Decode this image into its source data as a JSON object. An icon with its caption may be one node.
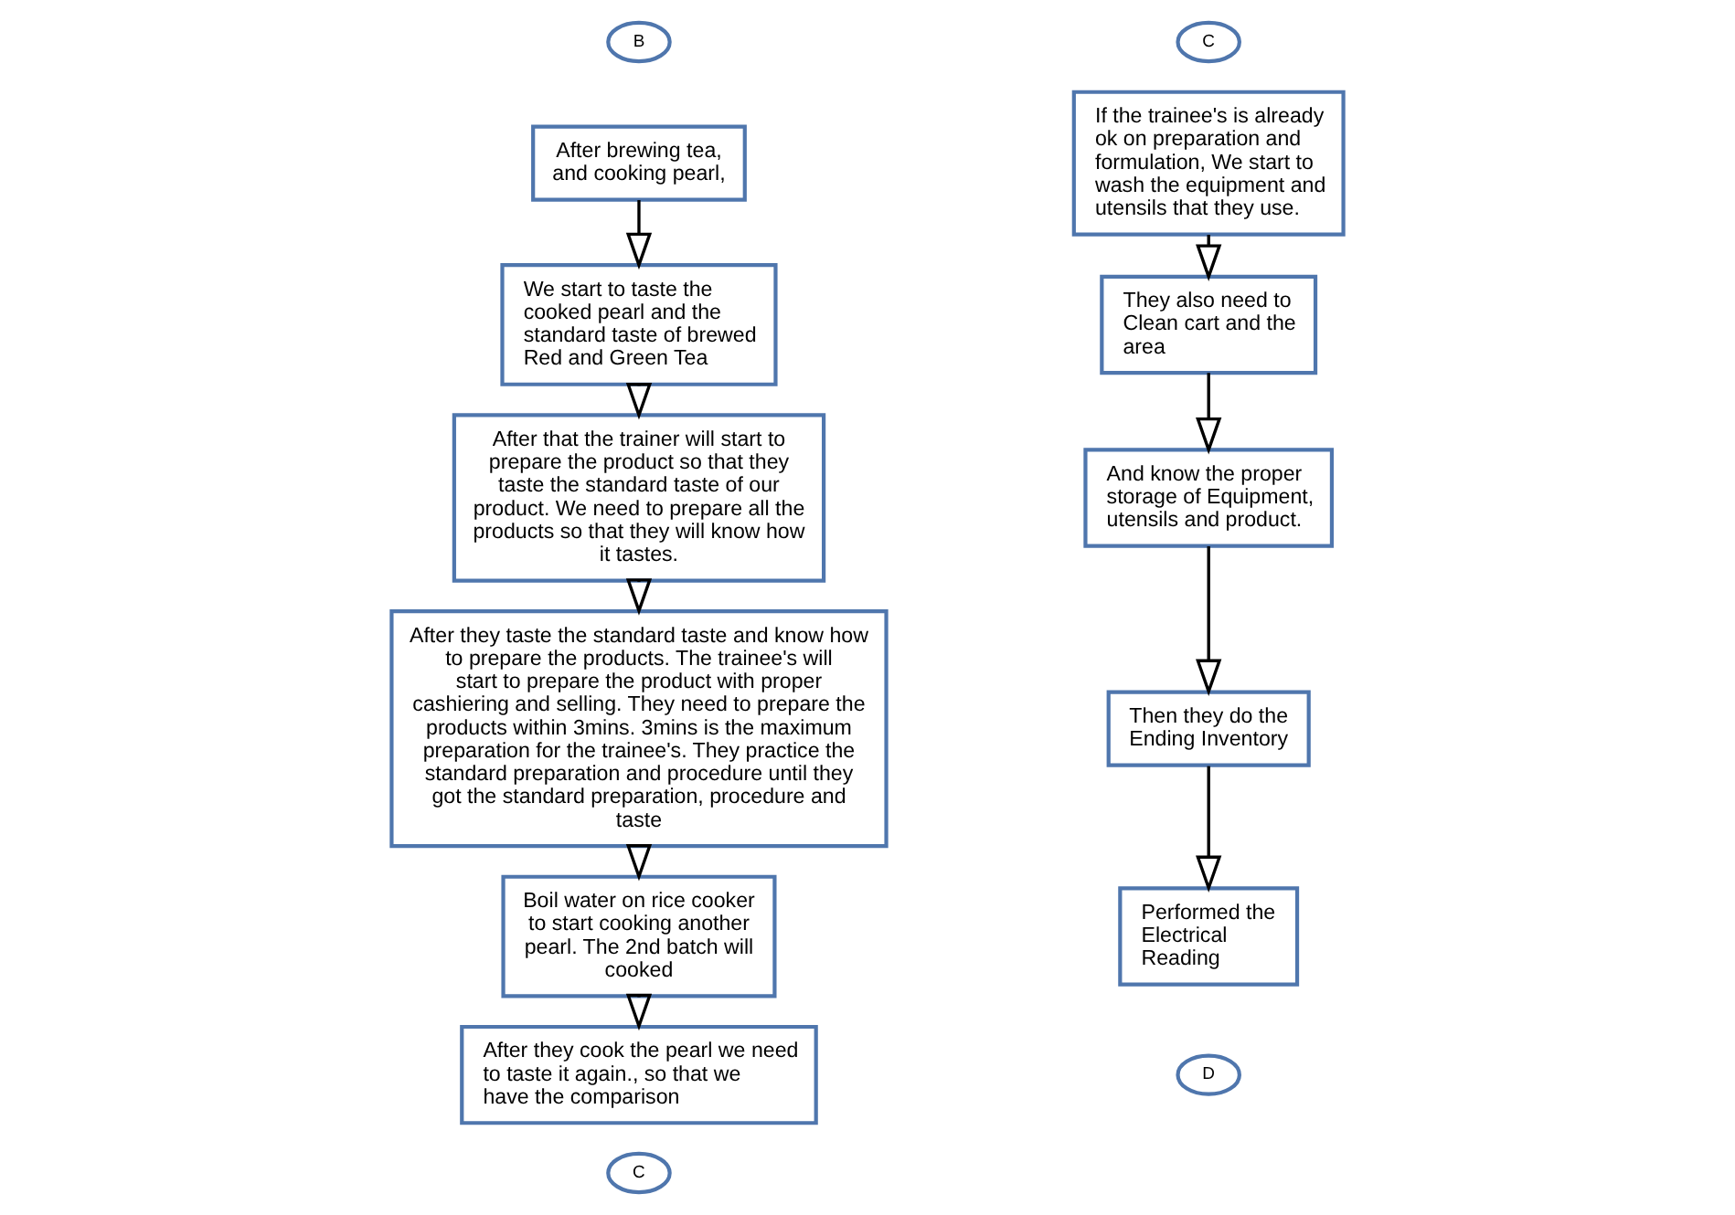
{
  "diagram": {
    "nodes": [
      {
        "text": [
          "B"
        ]
      },
      {
        "text": [
          "After brewing tea, and cooking pearl,"
        ]
      },
      {
        "text": [
          "We start to taste the cooked pearl and the standard taste of brewed Red and Green Tea"
        ]
      },
      {
        "text": [
          "After that the trainer will start to prepare the product so that they taste the standard taste of our product. We need to prepare all the products so that they will know how it tastes."
        ]
      },
      {
        "text": [
          "After they taste the standard taste and know how to prepare the products. The trainee's will start to prepare the product with proper cashiering and selling. They need to prepare the products within 3mins. 3mins is the maximum preparation for the trainee's. They practice the standard preparation and procedure until they got the standard preparation, procedure and taste"
        ]
      },
      {
        "text": [
          "Boil water on rice cooker to start cooking another pearl. The 2nd batch will cooked"
        ]
      },
      {
        "text": [
          "After they cook the pearl we need to taste it again., so that we have the comparison"
        ]
      },
      {
        "text": [
          "C"
        ]
      },
      {
        "text": [
          "C"
        ]
      },
      {
        "text": [
          "If the trainee's is already ok on preparation and formulation, We start to wash the equipment and utensils that they use."
        ]
      },
      {
        "text": [
          "They also need to Clean cart and the area"
        ]
      },
      {
        "text": [
          "And know the proper storage of Equipment, utensils and product."
        ]
      },
      {
        "text": [
          "Then they do the Ending Inventory"
        ]
      },
      {
        "text": [
          "Performed the Electrical Reading"
        ]
      },
      {
        "text": [
          "D"
        ]
      }
    ],
    "edges": [
      {
        "from": 1,
        "to": 2,
        "arrow": "to"
      },
      {
        "from": 2,
        "to": 3,
        "arrow": "to"
      },
      {
        "from": 3,
        "to": 4,
        "arrow": "to"
      },
      {
        "from": 4,
        "to": 5,
        "arrow": "to"
      },
      {
        "from": 5,
        "to": 6,
        "arrow": "to"
      },
      {
        "from": 9,
        "to": 10,
        "arrow": "to"
      },
      {
        "from": 10,
        "to": 11,
        "arrow": "to"
      },
      {
        "from": 11,
        "to": 12,
        "arrow": "to"
      },
      {
        "from": 12,
        "to": 13,
        "arrow": "to"
      }
    ]
  }
}
